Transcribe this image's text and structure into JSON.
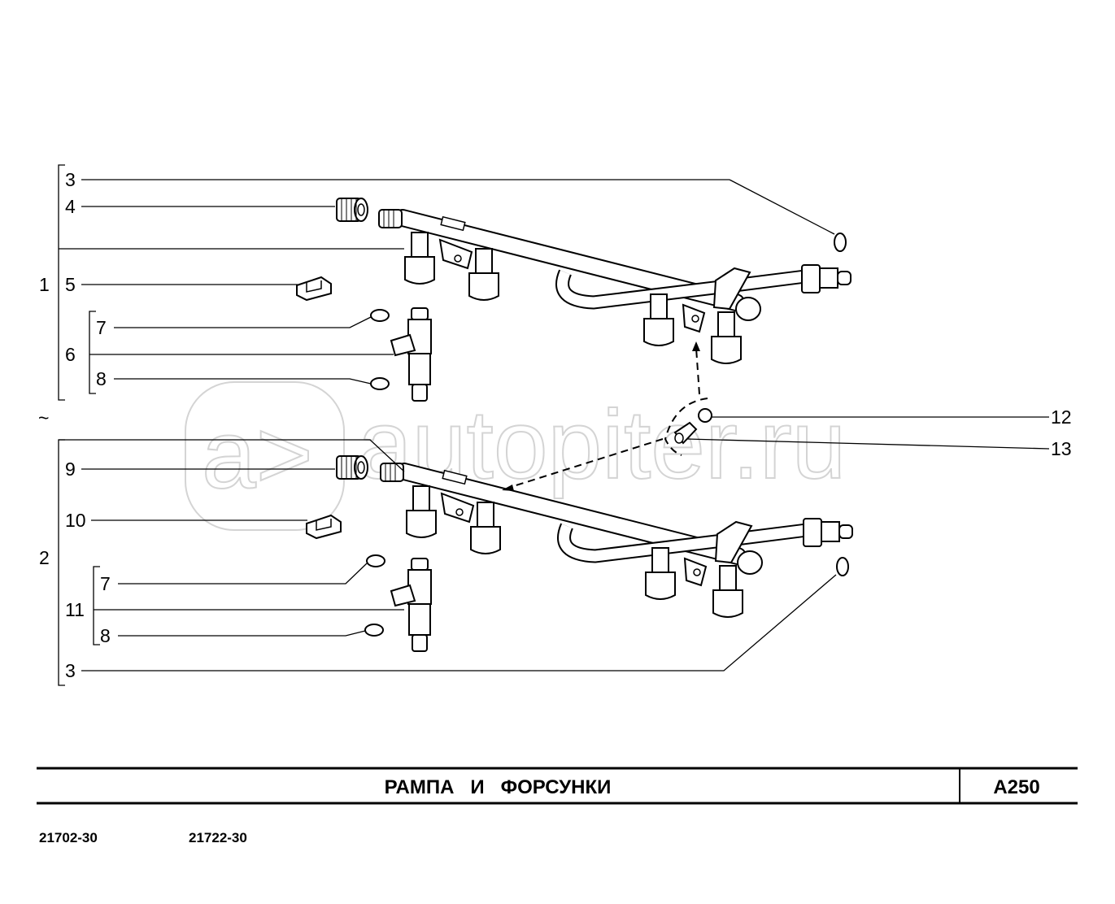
{
  "watermark": {
    "logo_text": "a>",
    "site": "autopiter.ru"
  },
  "callouts": {
    "upper": {
      "c1": "1",
      "c3": "3",
      "c4": "4",
      "c5": "5",
      "c6": "6",
      "c7": "7",
      "c8": "8"
    },
    "separator": "~",
    "lower": {
      "c2": "2",
      "c9": "9",
      "c10": "10",
      "c11": "11",
      "c7": "7",
      "c8": "8",
      "c3": "3"
    },
    "shared": {
      "c12": "12",
      "c13": "13"
    }
  },
  "title_block": {
    "title": "РАМПА   И   ФОРСУНКИ",
    "code": "A250"
  },
  "footer": {
    "models": [
      "21702-30",
      "21722-30"
    ]
  },
  "colors": {
    "line": "#000000",
    "watermark": "#d4d4d4"
  }
}
